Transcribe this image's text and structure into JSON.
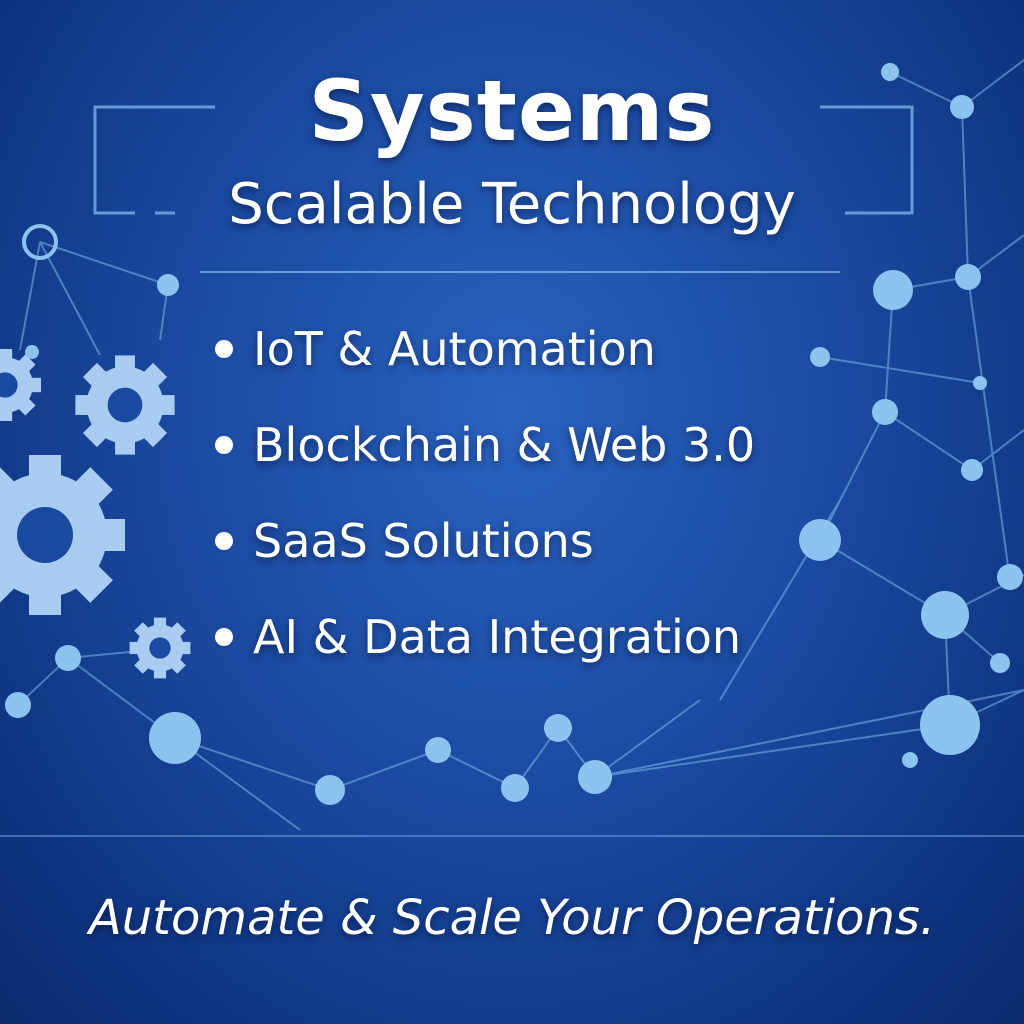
{
  "header": {
    "title": "Systems",
    "subtitle": "Scalable Technology"
  },
  "bullets": [
    {
      "label": "IoT & Automation"
    },
    {
      "label": "Blockchain & Web 3.0"
    },
    {
      "label": "SaaS Solutions"
    },
    {
      "label": "AI & Data Integration"
    }
  ],
  "tagline": "Automate & Scale Your Operations.",
  "colors": {
    "background": "#1a4aa0",
    "node": "#8cc4f0",
    "text": "#ffffff"
  }
}
